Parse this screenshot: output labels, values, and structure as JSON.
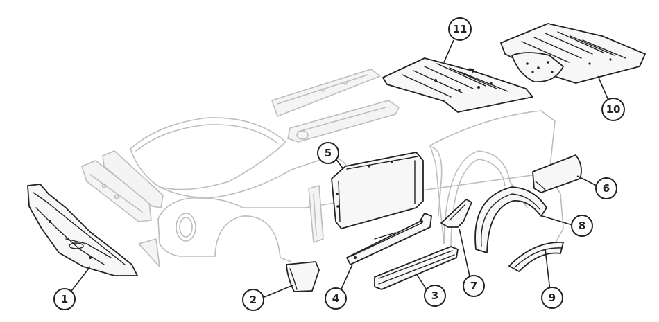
{
  "callouts": [
    {
      "id": "1",
      "label": "1"
    },
    {
      "id": "2",
      "label": "2"
    },
    {
      "id": "3",
      "label": "3"
    },
    {
      "id": "4",
      "label": "4"
    },
    {
      "id": "5",
      "label": "5"
    },
    {
      "id": "6",
      "label": "6"
    },
    {
      "id": "7",
      "label": "7"
    },
    {
      "id": "8",
      "label": "8"
    },
    {
      "id": "9",
      "label": "9"
    },
    {
      "id": "10",
      "label": "10"
    },
    {
      "id": "11",
      "label": "11"
    }
  ],
  "colors": {
    "line": "#222222",
    "ghost": "#bdbdbd",
    "background": "#ffffff"
  }
}
